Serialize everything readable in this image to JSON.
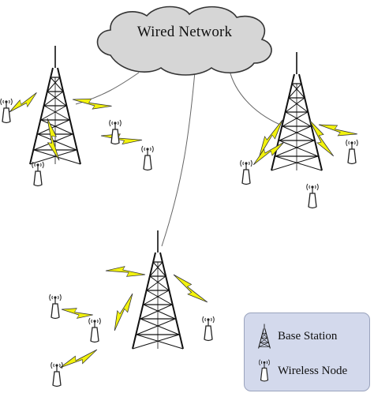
{
  "cloud": {
    "label": "Wired Network"
  },
  "legend": {
    "base_station_label": "Base Station",
    "wireless_node_label": "Wireless Node"
  },
  "colors": {
    "cloud_fill": "#d6d6d6",
    "cloud_stroke": "#333333",
    "bolt_fill": "#f2f20d",
    "bolt_stroke": "#333333",
    "tower_stroke": "#111111",
    "legend_fill": "#d3d9ec"
  },
  "icons": [
    "cloud-icon",
    "tower-icon",
    "antenna-icon",
    "lightning-bolt-icon"
  ]
}
